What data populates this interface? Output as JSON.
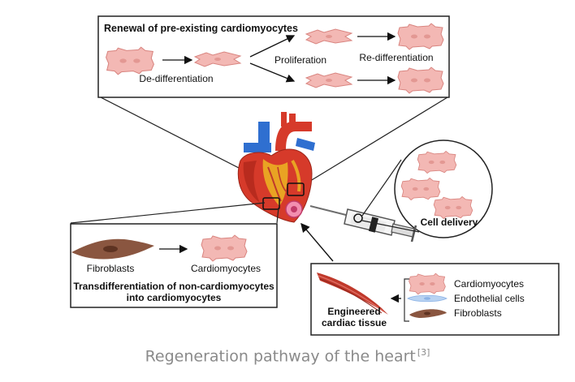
{
  "renewal": {
    "title": "Renewal of pre-existing cardiomyocytes",
    "dediff": "De-differentiation",
    "prolif": "Proliferation",
    "rediff": "Re-differentiation"
  },
  "delivery": {
    "label": "Cell delivery"
  },
  "transdiff": {
    "fibro": "Fibroblasts",
    "cardio": "Cardiomyocytes",
    "title_line1": "Transdifferentiation of non-cardiomyocytes",
    "title_line2": "into cardiomyocytes"
  },
  "engineered": {
    "title_line1": "Engineered",
    "title_line2": "cardiac tissue",
    "legend": [
      "Cardiomyocytes",
      "Endothelial cells",
      "Fibroblasts"
    ]
  },
  "caption": {
    "text": "Regeneration pathway of the heart",
    "ref": "[3]"
  },
  "colors": {
    "cardio_fill": "#f3b8b4",
    "cardio_stroke": "#d98580",
    "fibro": "#8a5640",
    "endo": "#b9d3f2",
    "muscle": "#c0392b",
    "heart_red": "#d63a2a",
    "vessel_blue": "#2f6fd0",
    "box_stroke": "#222222"
  }
}
